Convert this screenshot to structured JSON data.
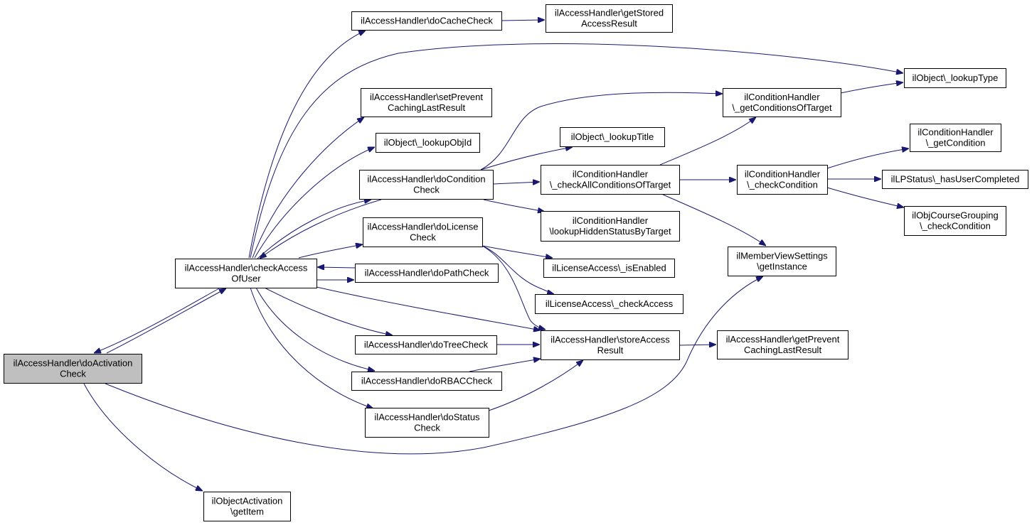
{
  "colors": {
    "edge": "#191970",
    "root_fill": "#bfbfbf",
    "node_fill": "#ffffff",
    "node_stroke": "#000000"
  },
  "nodes": [
    {
      "id": "doActivationCheck",
      "lines": [
        "ilAccessHandler\\doActivation",
        "Check"
      ],
      "root": true
    },
    {
      "id": "checkAccessOfUser",
      "lines": [
        "ilAccessHandler\\checkAccess",
        "OfUser"
      ]
    },
    {
      "id": "objActivationGetItem",
      "lines": [
        "ilObjectActivation",
        "\\getItem"
      ]
    },
    {
      "id": "doCacheCheck",
      "lines": [
        "ilAccessHandler\\doCacheCheck"
      ]
    },
    {
      "id": "getStoredAccessResult",
      "lines": [
        "ilAccessHandler\\getStored",
        "AccessResult"
      ]
    },
    {
      "id": "lookupType",
      "lines": [
        "ilObject\\_lookupType"
      ]
    },
    {
      "id": "setPreventCaching",
      "lines": [
        "ilAccessHandler\\setPrevent",
        "CachingLastResult"
      ]
    },
    {
      "id": "lookupObjId",
      "lines": [
        "ilObject\\_lookupObjId"
      ]
    },
    {
      "id": "doConditionCheck",
      "lines": [
        "ilAccessHandler\\doCondition",
        "Check"
      ]
    },
    {
      "id": "getConditionsOfTarget",
      "lines": [
        "ilConditionHandler",
        "\\_getConditionsOfTarget"
      ]
    },
    {
      "id": "lookupTitle",
      "lines": [
        "ilObject\\_lookupTitle"
      ]
    },
    {
      "id": "checkAllConditions",
      "lines": [
        "ilConditionHandler",
        "\\_checkAllConditionsOfTarget"
      ]
    },
    {
      "id": "lookupHidden",
      "lines": [
        "ilConditionHandler",
        "\\lookupHiddenStatusByTarget"
      ]
    },
    {
      "id": "checkCondition",
      "lines": [
        "ilConditionHandler",
        "\\_checkCondition"
      ]
    },
    {
      "id": "getCondition",
      "lines": [
        "ilConditionHandler",
        "\\_getCondition"
      ]
    },
    {
      "id": "hasUserCompleted",
      "lines": [
        "ilLPStatus\\_hasUserCompleted"
      ]
    },
    {
      "id": "courseGrouping",
      "lines": [
        "ilObjCourseGrouping",
        "\\_checkCondition"
      ]
    },
    {
      "id": "memberViewSettings",
      "lines": [
        "ilMemberViewSettings",
        "\\getInstance"
      ]
    },
    {
      "id": "doLicenseCheck",
      "lines": [
        "ilAccessHandler\\doLicense",
        "Check"
      ]
    },
    {
      "id": "licenseIsEnabled",
      "lines": [
        "ilLicenseAccess\\_isEnabled"
      ]
    },
    {
      "id": "licenseCheckAccess",
      "lines": [
        "ilLicenseAccess\\_checkAccess"
      ]
    },
    {
      "id": "doPathCheck",
      "lines": [
        "ilAccessHandler\\doPathCheck"
      ]
    },
    {
      "id": "storeAccessResult",
      "lines": [
        "ilAccessHandler\\storeAccess",
        "Result"
      ]
    },
    {
      "id": "getPreventCaching",
      "lines": [
        "ilAccessHandler\\getPrevent",
        "CachingLastResult"
      ]
    },
    {
      "id": "doTreeCheck",
      "lines": [
        "ilAccessHandler\\doTreeCheck"
      ]
    },
    {
      "id": "doRBACCheck",
      "lines": [
        "ilAccessHandler\\doRBACCheck"
      ]
    },
    {
      "id": "doStatusCheck",
      "lines": [
        "ilAccessHandler\\doStatus",
        "Check"
      ]
    }
  ],
  "edges": [
    {
      "from": "doActivationCheck",
      "to": "checkAccessOfUser"
    },
    {
      "from": "checkAccessOfUser",
      "to": "doActivationCheck"
    },
    {
      "from": "doActivationCheck",
      "to": "objActivationGetItem"
    },
    {
      "from": "doActivationCheck",
      "to": "memberViewSettings"
    },
    {
      "from": "checkAccessOfUser",
      "to": "doCacheCheck"
    },
    {
      "from": "checkAccessOfUser",
      "to": "lookupType"
    },
    {
      "from": "checkAccessOfUser",
      "to": "setPreventCaching"
    },
    {
      "from": "checkAccessOfUser",
      "to": "lookupObjId"
    },
    {
      "from": "checkAccessOfUser",
      "to": "doConditionCheck"
    },
    {
      "from": "doConditionCheck",
      "to": "checkAccessOfUser"
    },
    {
      "from": "checkAccessOfUser",
      "to": "doLicenseCheck"
    },
    {
      "from": "checkAccessOfUser",
      "to": "doPathCheck"
    },
    {
      "from": "doPathCheck",
      "to": "checkAccessOfUser"
    },
    {
      "from": "checkAccessOfUser",
      "to": "storeAccessResult"
    },
    {
      "from": "checkAccessOfUser",
      "to": "doTreeCheck"
    },
    {
      "from": "checkAccessOfUser",
      "to": "doRBACCheck"
    },
    {
      "from": "checkAccessOfUser",
      "to": "doStatusCheck"
    },
    {
      "from": "doCacheCheck",
      "to": "getStoredAccessResult"
    },
    {
      "from": "doConditionCheck",
      "to": "getConditionsOfTarget"
    },
    {
      "from": "doConditionCheck",
      "to": "lookupTitle"
    },
    {
      "from": "doConditionCheck",
      "to": "checkAllConditions"
    },
    {
      "from": "doConditionCheck",
      "to": "lookupHidden"
    },
    {
      "from": "getConditionsOfTarget",
      "to": "lookupType"
    },
    {
      "from": "checkAllConditions",
      "to": "getConditionsOfTarget"
    },
    {
      "from": "checkAllConditions",
      "to": "checkCondition"
    },
    {
      "from": "checkAllConditions",
      "to": "memberViewSettings"
    },
    {
      "from": "checkCondition",
      "to": "getCondition"
    },
    {
      "from": "checkCondition",
      "to": "hasUserCompleted"
    },
    {
      "from": "checkCondition",
      "to": "courseGrouping"
    },
    {
      "from": "doLicenseCheck",
      "to": "licenseIsEnabled"
    },
    {
      "from": "doLicenseCheck",
      "to": "licenseCheckAccess"
    },
    {
      "from": "doLicenseCheck",
      "to": "storeAccessResult"
    },
    {
      "from": "doTreeCheck",
      "to": "storeAccessResult"
    },
    {
      "from": "doRBACCheck",
      "to": "storeAccessResult"
    },
    {
      "from": "doStatusCheck",
      "to": "storeAccessResult"
    },
    {
      "from": "storeAccessResult",
      "to": "getPreventCaching"
    }
  ]
}
